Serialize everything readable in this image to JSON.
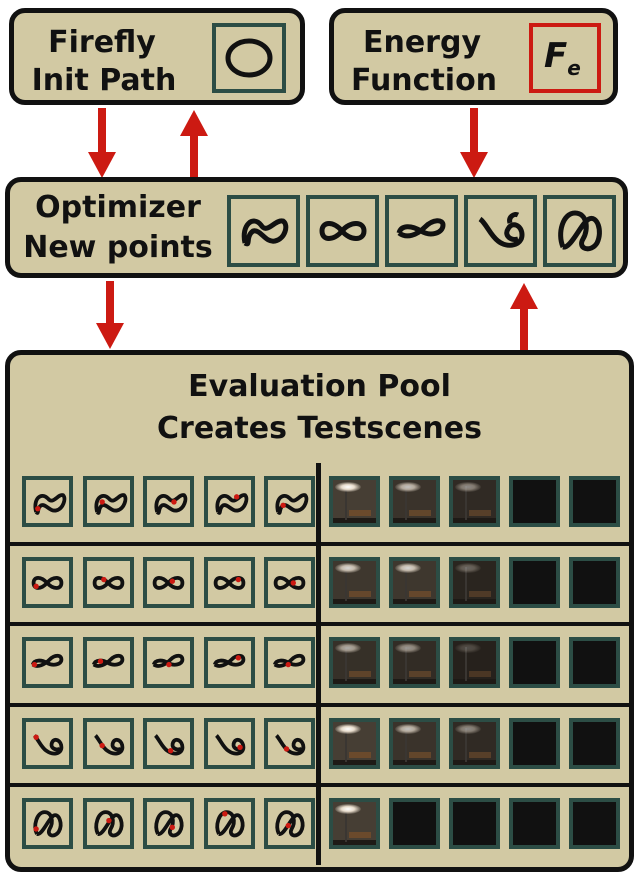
{
  "top_left_box": {
    "line1": "Firefly",
    "line2": "Init Path"
  },
  "top_right_box": {
    "line1": "Energy",
    "line2": "Function",
    "symbol": "F",
    "symbol_sub": "e"
  },
  "optimizer_box": {
    "line1": "Optimizer",
    "line2": "New points"
  },
  "evaluation_box": {
    "line1": "Evaluation Pool",
    "line2": "Creates Testscenes"
  },
  "colors": {
    "panel": "#d2c9a3",
    "frame": "#2c4d45",
    "arrow": "#cc1a12",
    "outline": "#111111"
  },
  "grid": {
    "rows": 5,
    "paths_per_row": 5,
    "scenes_per_row": 5,
    "scene_brightness": [
      [
        1.0,
        0.7,
        0.45,
        0.0,
        0.0
      ],
      [
        0.8,
        0.8,
        0.3,
        0.0,
        0.0
      ],
      [
        0.6,
        0.5,
        0.2,
        0.0,
        0.0
      ],
      [
        1.0,
        0.7,
        0.45,
        0.0,
        0.0
      ],
      [
        1.0,
        0.0,
        0.0,
        0.0,
        0.0
      ]
    ]
  }
}
